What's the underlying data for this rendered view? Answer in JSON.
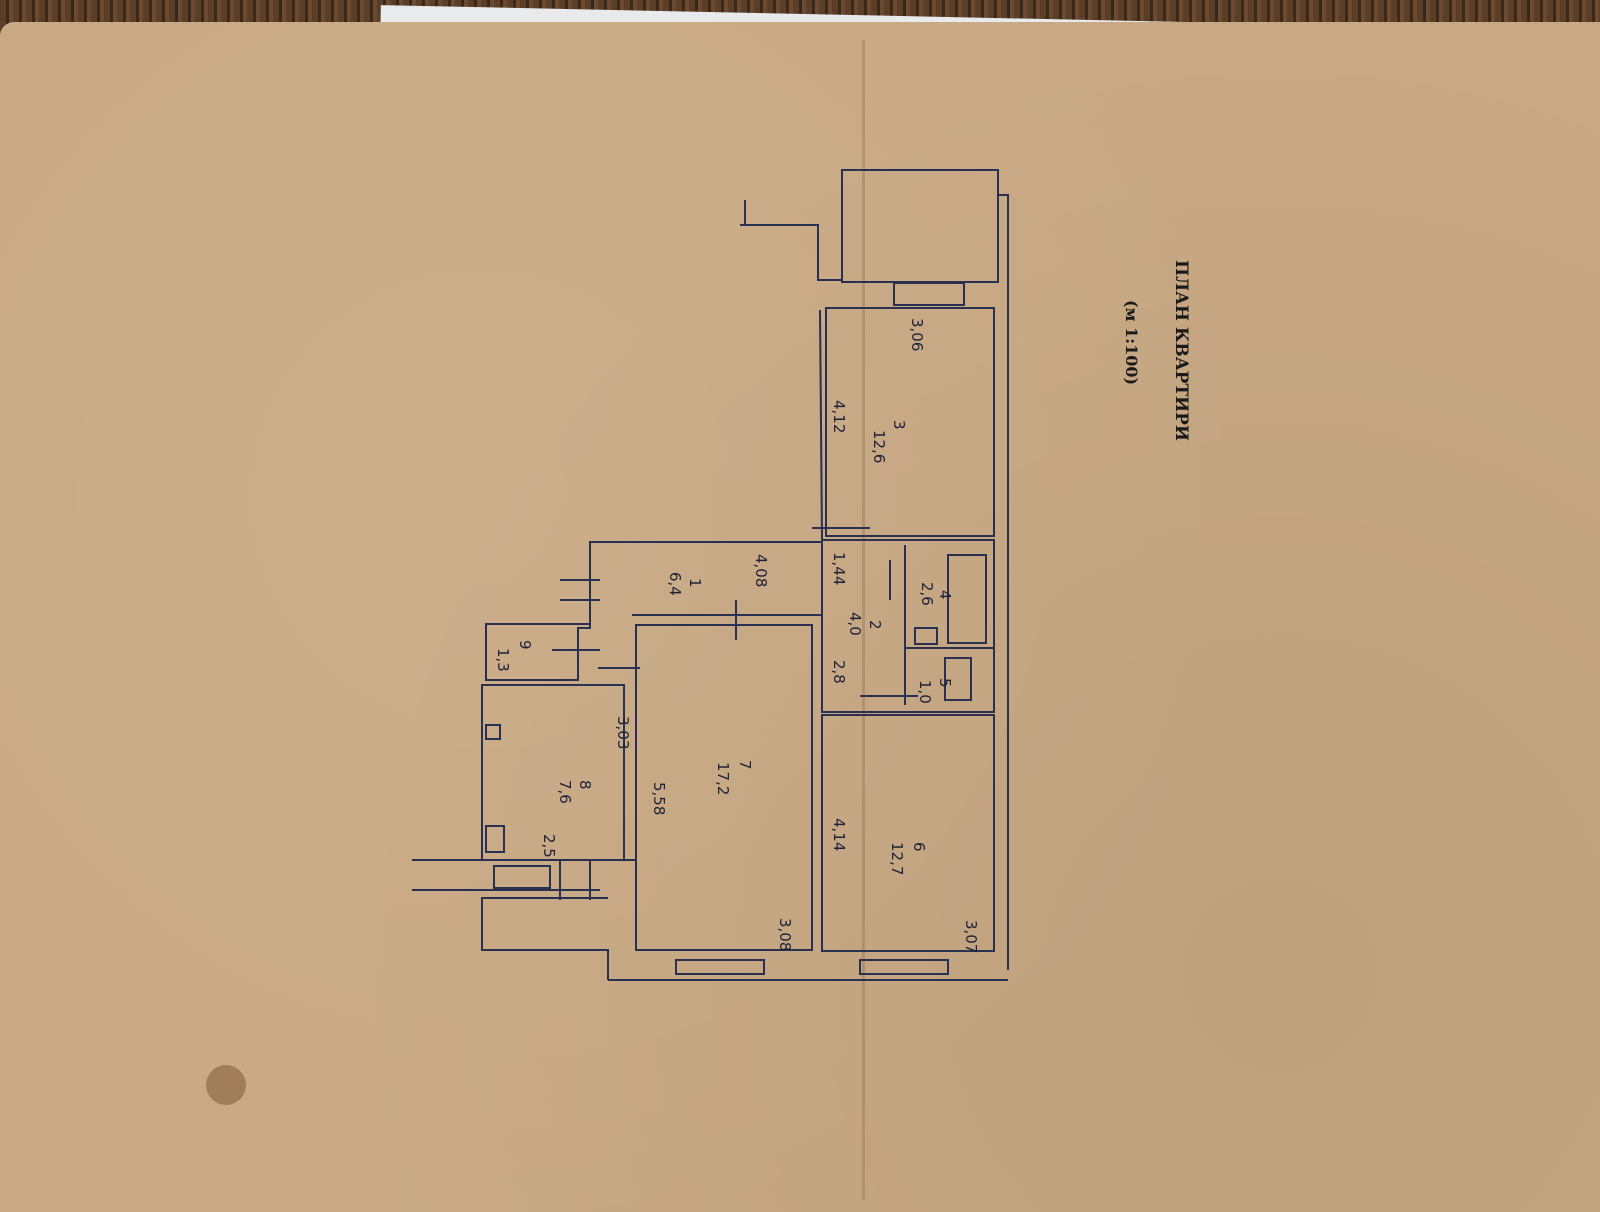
{
  "document": {
    "title": "ПЛАН КВАРТИРИ",
    "scale": "(м 1:100)"
  },
  "rooms": [
    {
      "number": "1",
      "area": "6,4"
    },
    {
      "number": "2",
      "area": "4,0"
    },
    {
      "number": "3",
      "area": "12,6"
    },
    {
      "number": "4",
      "area": "2,6"
    },
    {
      "number": "5",
      "area": "1,0"
    },
    {
      "number": "6",
      "area": "12,7"
    },
    {
      "number": "7",
      "area": "17,2"
    },
    {
      "number": "8",
      "area": "7,6"
    },
    {
      "number": "9",
      "area": "1,3"
    }
  ],
  "dimensions": {
    "d306": "3,06",
    "d412": "4,12",
    "d144": "1,44",
    "d408": "4,08",
    "d28": "2,8",
    "d303": "3,03",
    "d558": "5,58",
    "d414": "4,14",
    "d25": "2,5",
    "d308": "3,08",
    "d307": "3,07"
  }
}
